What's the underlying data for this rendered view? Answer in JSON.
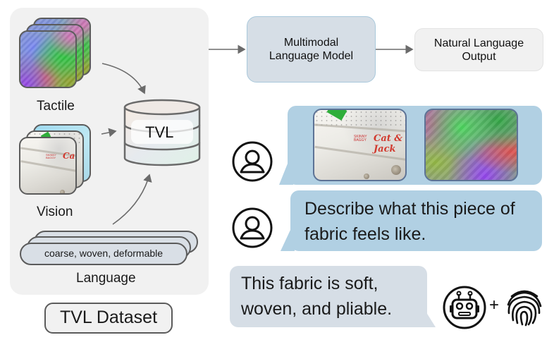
{
  "dataset": {
    "title": "TVL Dataset",
    "modalities": {
      "tactile": "Tactile",
      "vision": "Vision",
      "language": "Language"
    },
    "language_example": "coarse, woven, deformable",
    "hub_label": "TVL",
    "vision_tag_text": "Cat & Jack"
  },
  "pipeline": {
    "model": "Multimodal Language Model",
    "model_lines": [
      "Multimodal",
      "Language Model"
    ],
    "output_lines": [
      "Natural Language",
      "Output"
    ]
  },
  "chat": {
    "user_prompt_lines": [
      "Describe what this piece of",
      "fabric feels like."
    ],
    "assistant_reply_lines": [
      "This fabric is soft,",
      "woven, and pliable."
    ],
    "image_tag_text": "Cat & Jack",
    "plus_sign": "+"
  },
  "icons": {
    "user": "user-icon",
    "robot": "robot-icon",
    "fingerprint": "fingerprint-icon",
    "database": "database-icon"
  },
  "colors": {
    "panel_bg": "#f1f1f1",
    "model_box": "#d6dee6",
    "user_bubble": "#b1d0e3",
    "assistant_bubble": "#d6dee6",
    "stroke": "#5b5b5b",
    "arrow": "#6b6b6b"
  }
}
